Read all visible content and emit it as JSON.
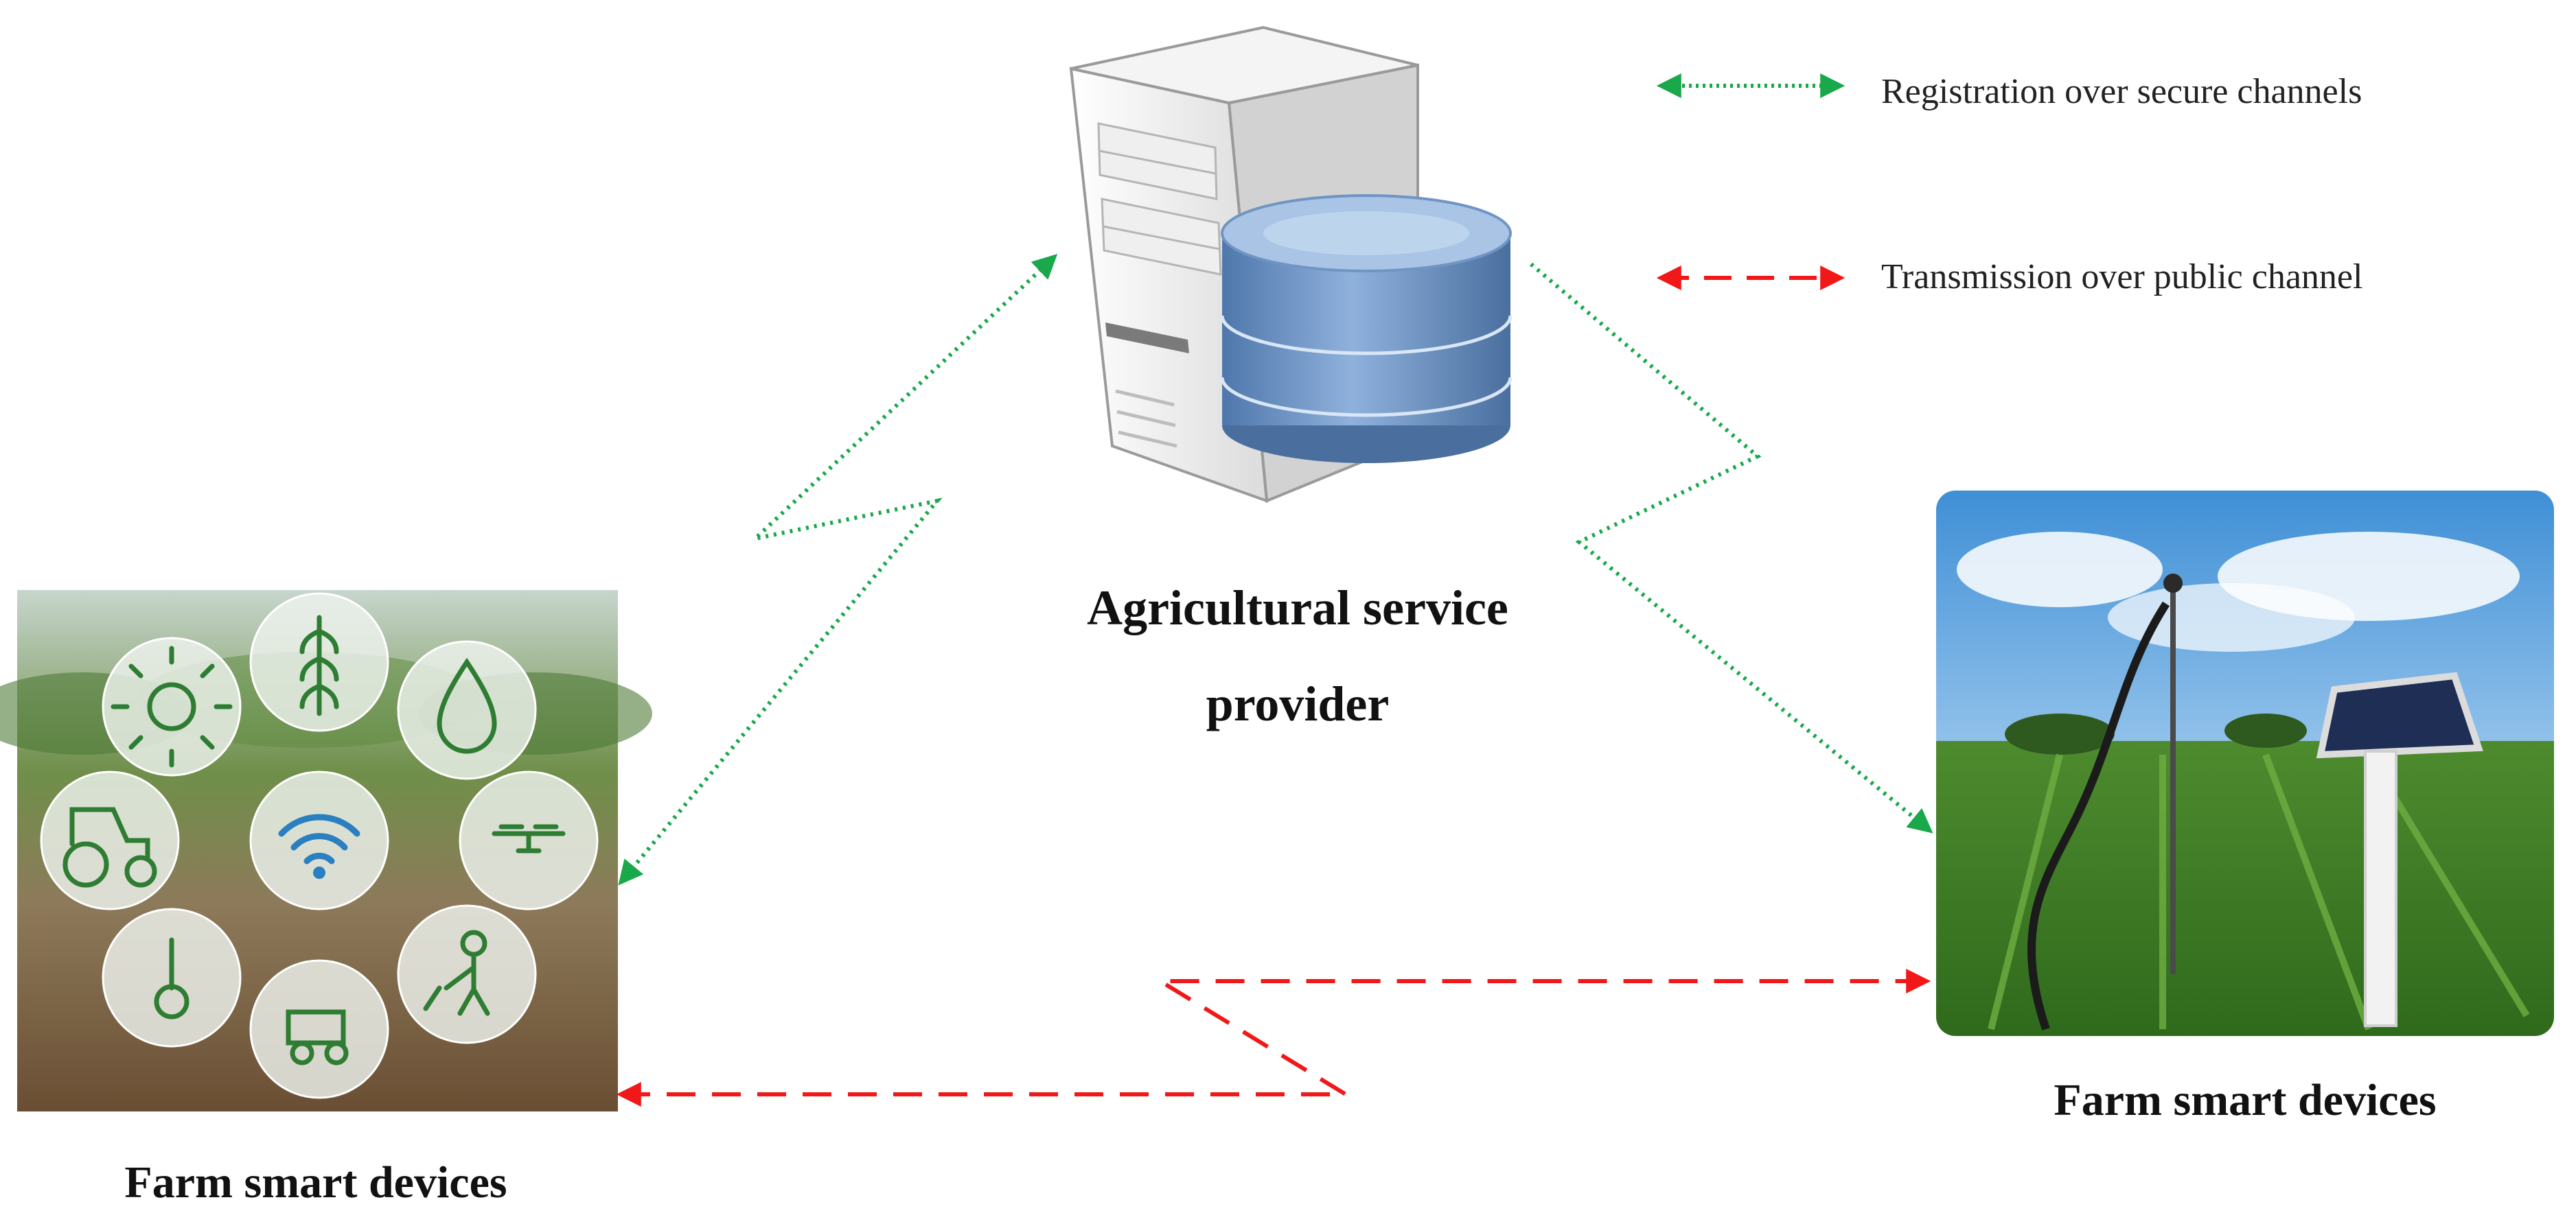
{
  "legend": {
    "secure": {
      "text": "Registration over secure channels",
      "color": "#19a84a"
    },
    "public": {
      "text": "Transmission over public channel",
      "color": "#f01818"
    }
  },
  "server": {
    "label_line1": "Agricultural service",
    "label_line2": "provider"
  },
  "left_devices": {
    "label": "Farm smart devices",
    "icons": [
      "wheat-icon",
      "sun-icon",
      "water-drop-icon",
      "tractor-icon",
      "wifi-icon",
      "drone-icon",
      "thermometer-icon",
      "harvester-icon",
      "farmer-icon"
    ]
  },
  "right_devices": {
    "label": "Farm smart devices"
  },
  "colors": {
    "secure_link": "#19a84a",
    "public_link": "#f01818",
    "db_body": "#6f95c4",
    "db_top": "#a9c4e4"
  }
}
